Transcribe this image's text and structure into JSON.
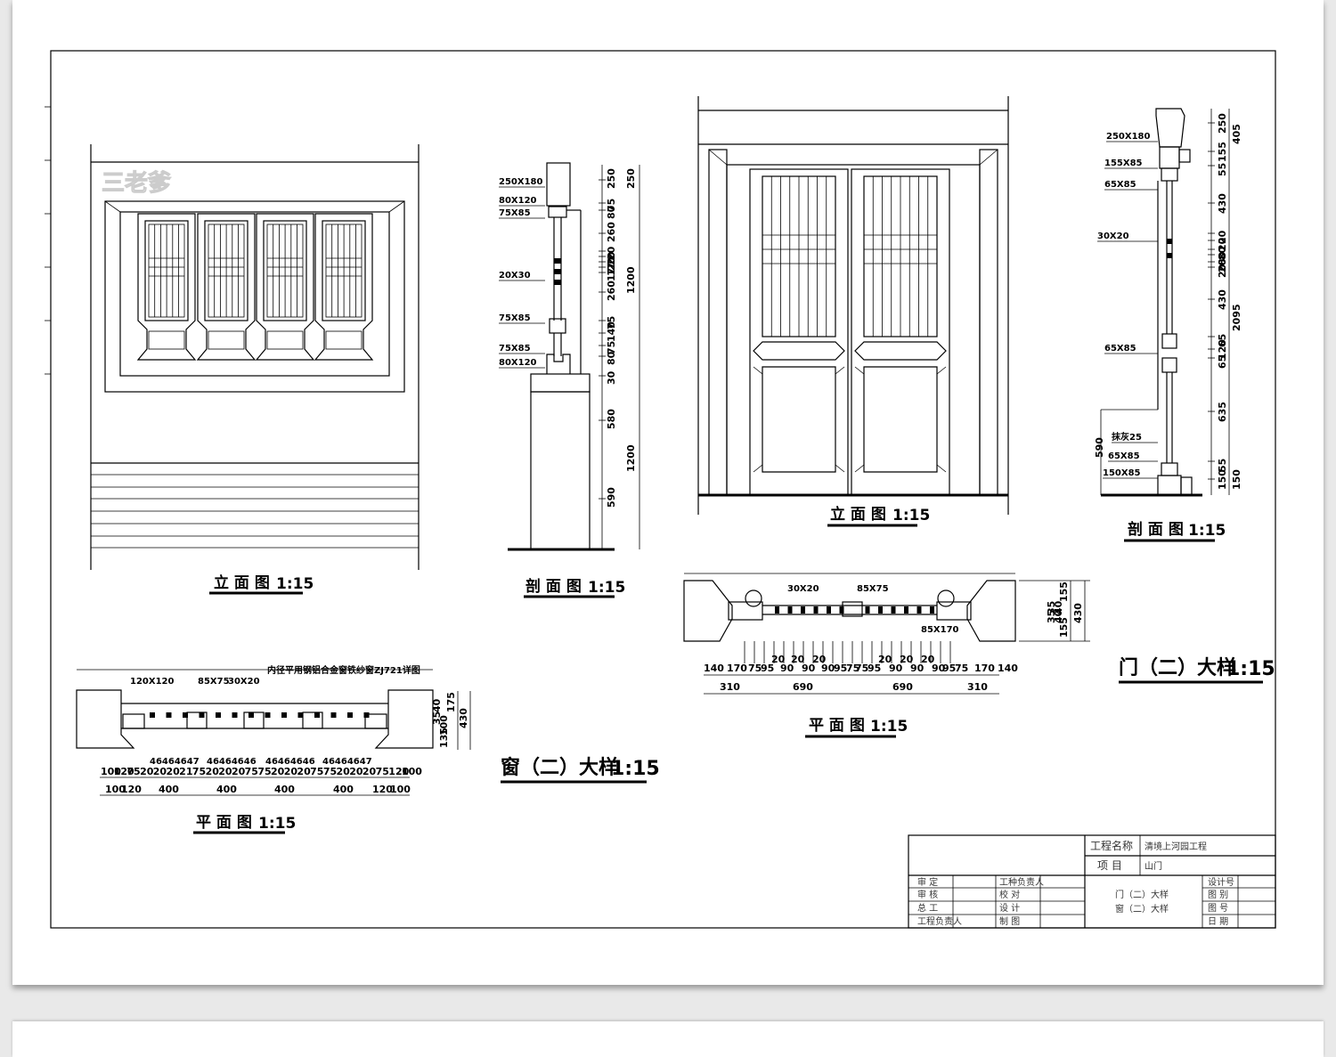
{
  "watermark": "三老爹",
  "window": {
    "elevation_title": "立 面 图",
    "elevation_scale": "1:15",
    "section_title": "剖 面 图",
    "section_scale": "1:15",
    "plan_title": "平 面 图",
    "plan_scale": "1:15",
    "detail_title": "窗（二）大样",
    "detail_scale": "1:15",
    "section_labels": [
      "250X180",
      "80X120",
      "75X85",
      "20X30",
      "75X85",
      "75X85",
      "80X120"
    ],
    "section_dims_right1": [
      "250",
      "75",
      "80",
      "260",
      "20",
      "20",
      "20",
      "17",
      "17",
      "260",
      "75",
      "140",
      "75",
      "80",
      "30",
      "580",
      "590"
    ],
    "section_dims_right2": [
      "250",
      "1200",
      "1200"
    ],
    "plan_labels": [
      "120X120",
      "85X75",
      "30X20",
      "内径平用钢铝合金窗铁纱窗ZJ721详图"
    ],
    "plan_dims_row1": [
      "100",
      "120",
      "75",
      "20",
      "20",
      "20",
      "21",
      "75",
      "20",
      "20",
      "20",
      "75",
      "75",
      "20",
      "20",
      "20",
      "75",
      "75",
      "20",
      "20",
      "20",
      "75",
      "120",
      "100"
    ],
    "plan_dims_row_top": [
      "46464647",
      "46464646",
      "46464646",
      "46464647"
    ],
    "plan_dims_row2": [
      "100",
      "120",
      "400",
      "400",
      "400",
      "400",
      "120",
      "100"
    ],
    "plan_dims_side": [
      "35",
      "40",
      "135",
      "100",
      "175",
      "430"
    ]
  },
  "door": {
    "elevation_title": "立 面 图",
    "elevation_scale": "1:15",
    "section_title": "剖 面 图",
    "section_scale": "1:15",
    "plan_title": "平 面 图",
    "plan_scale": "1:15",
    "detail_title": "门（二）大样",
    "detail_scale": "1:15",
    "section_labels": [
      "250X180",
      "155X85",
      "65X85",
      "30X20",
      "65X85",
      "抹灰25",
      "65X85",
      "150X85"
    ],
    "section_dims_right1": [
      "250",
      "155",
      "55",
      "430",
      "20",
      "20",
      "80",
      "80",
      "20",
      "20",
      "430",
      "65",
      "120",
      "65",
      "635",
      "55",
      "150"
    ],
    "section_dims_right2": [
      "405",
      "2095",
      "150"
    ],
    "section_dims_left": "590",
    "plan_labels": [
      "30X20",
      "85X75",
      "85X170"
    ],
    "plan_dims_row1": [
      "140",
      "170",
      "75",
      "95",
      "20",
      "90",
      "20",
      "90",
      "20",
      "90",
      "95",
      "75",
      "75",
      "95",
      "20",
      "90",
      "20",
      "90",
      "20",
      "90",
      "95",
      "75",
      "170",
      "140"
    ],
    "plan_dims_row2": [
      "310",
      "690",
      "690",
      "310"
    ],
    "plan_dims_side": [
      "155",
      "35",
      "35",
      "40",
      "40",
      "155",
      "430"
    ]
  },
  "title_block": {
    "project_name_label": "工程名称",
    "project_name": "清境上河园工程",
    "item_label": "项 目",
    "item_value": "山门",
    "drawing_names": [
      "门（二）大样",
      "窗（二）大样"
    ],
    "left_rows": [
      "审 定",
      "审 核",
      "总 工",
      "工程负责人"
    ],
    "mid_rows": [
      "工种负责人",
      "校 对",
      "设 计",
      "制 图"
    ],
    "right_rows": [
      "设计号",
      "图 别",
      "图 号",
      "日 期"
    ]
  }
}
